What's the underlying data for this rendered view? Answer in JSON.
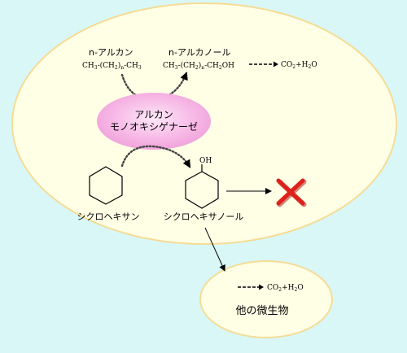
{
  "alkane": {
    "name": "n-アルカン",
    "formula": {
      "a": "CH",
      "a_sub": "3",
      "b": "-(CH",
      "b_sub": "2",
      "c": ")",
      "c_sub": "n",
      "d": "-CH",
      "d_sub": "3"
    }
  },
  "alkanol": {
    "name": "n-アルカノール",
    "formula": {
      "a": "CH",
      "a_sub": "3",
      "b": "-(CH",
      "b_sub": "2",
      "c": ")",
      "c_sub": "n",
      "d": "-CH",
      "d_sub": "2",
      "e": "OH"
    }
  },
  "product_top": {
    "a": "CO",
    "a_sub": "2",
    "b": "+H",
    "b_sub": "2",
    "c": "O"
  },
  "enzyme": {
    "line1": "アルカン",
    "line2": "モノオキシゲナーゼ"
  },
  "cyclohexane_label": "シクロヘキサン",
  "cyclohexanol_label": "シクロヘキサノール",
  "oh_label": "OH",
  "other_microbe": {
    "label": "他の微生物",
    "product": {
      "a": "CO",
      "a_sub": "2",
      "b": "+H",
      "b_sub": "2",
      "c": "O"
    }
  },
  "colors": {
    "background": "#d9f7f7",
    "cell_fill": "#ffffe6",
    "cell_stroke": "#f5dc96",
    "enzyme_fill": "#f7b8e6",
    "cross": "#e0201a"
  }
}
